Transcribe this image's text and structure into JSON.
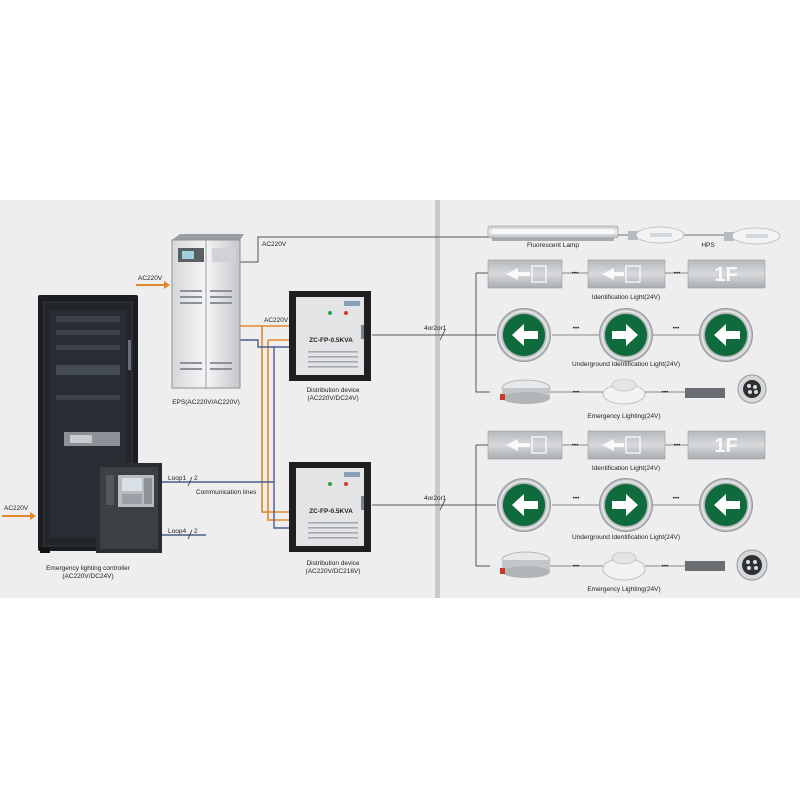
{
  "colors": {
    "panel_bg": "#eeeeef",
    "divider": "#c9c9cc",
    "orange": "#e0882a",
    "blue_line": "#4a5a8a",
    "dark_line": "#555555",
    "sign_green": "#0f6b3c",
    "cabinet_dark": "#1d2023",
    "box_gray": "#d8d9db"
  },
  "supply": {
    "ac_left": "AC220V",
    "ac_eps_input": "AC220V",
    "ac_eps_top": "AC220V",
    "ac_eps_out": "AC220V"
  },
  "controller": {
    "label_line1": "Emergency lighting controller",
    "label_line2": "(AC220V/DC24V)",
    "loop1": "Loop1",
    "loop1_count": "2",
    "loop4": "Loop4",
    "loop4_count": "2",
    "comm": "Communication lines"
  },
  "eps": {
    "label": "EPS(AC220V/AC220V)"
  },
  "distribution": [
    {
      "model": "ZC-FP-0.5KVA",
      "label_line1": "Distribution device",
      "label_line2": "(AC220V/DC24V)"
    },
    {
      "model": "ZC-FP-0.5KVA",
      "label_line1": "Distribution device",
      "label_line2": "(AC220V/DC216V)"
    }
  ],
  "branch_label": "4or2or1",
  "lamps": {
    "fluorescent": "Fluorescent Lamp",
    "hps": "HPS"
  },
  "ellipsis": "•••",
  "groups": [
    {
      "id_light": "Identification Light(24V)",
      "floor": "1F",
      "underground": "Underground Identification Light(24V)",
      "emergency": "Emergency Lighting(24V)"
    },
    {
      "id_light": "Identification Light(24V)",
      "floor": "1F",
      "underground": "Underground Identification Light(24V)",
      "emergency": "Emergency Lighting(24V)"
    }
  ]
}
